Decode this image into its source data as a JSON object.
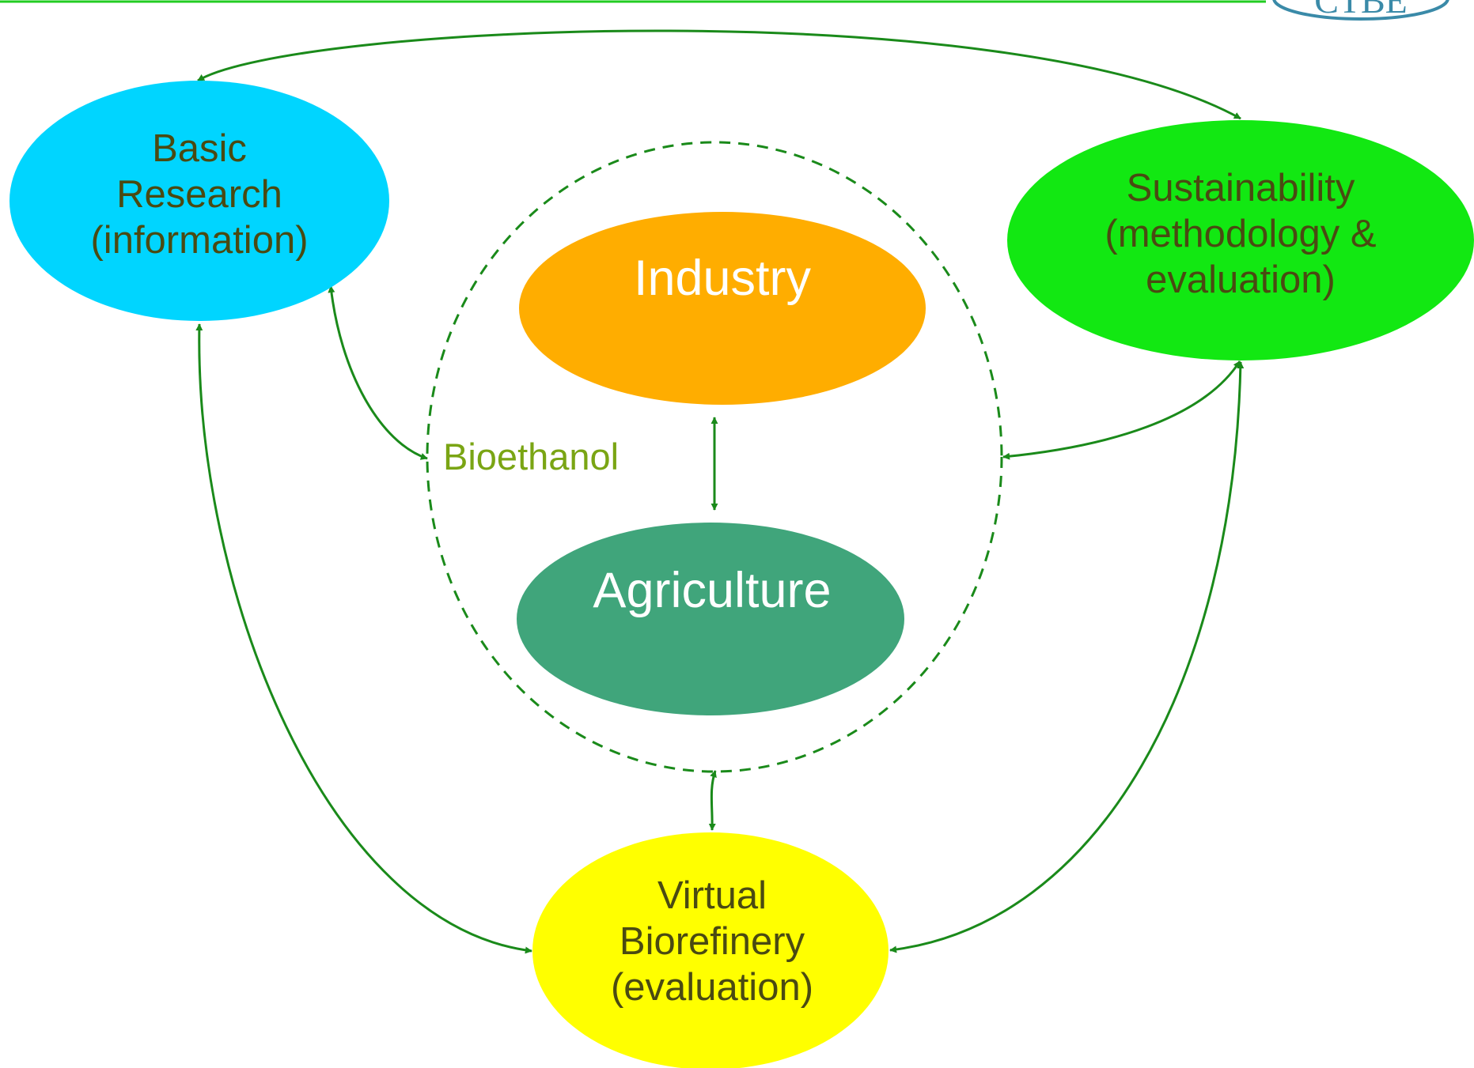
{
  "diagram": {
    "nodes": {
      "basic_research": {
        "lines": [
          "Basic",
          "Research",
          "(information)"
        ],
        "fill": "#00d5ff"
      },
      "sustainability": {
        "lines": [
          "Sustainability",
          "(methodology &",
          "evaluation)"
        ],
        "fill": "#12e812"
      },
      "industry": {
        "lines": [
          "Industry"
        ],
        "fill": "#ffad00"
      },
      "agriculture": {
        "lines": [
          "Agriculture"
        ],
        "fill": "#40a57b"
      },
      "virtual_biorefinery": {
        "lines": [
          "Virtual",
          "Biorefinery",
          "(evaluation)"
        ],
        "fill": "#ffff00"
      }
    },
    "group": {
      "label": "Bioethanol",
      "stroke": "#1a8a1a"
    },
    "connector_color": "#1a8a1a",
    "header_line_color": "#22cc22",
    "logo": {
      "text": "CTBE",
      "color": "#3a8aa8"
    }
  }
}
